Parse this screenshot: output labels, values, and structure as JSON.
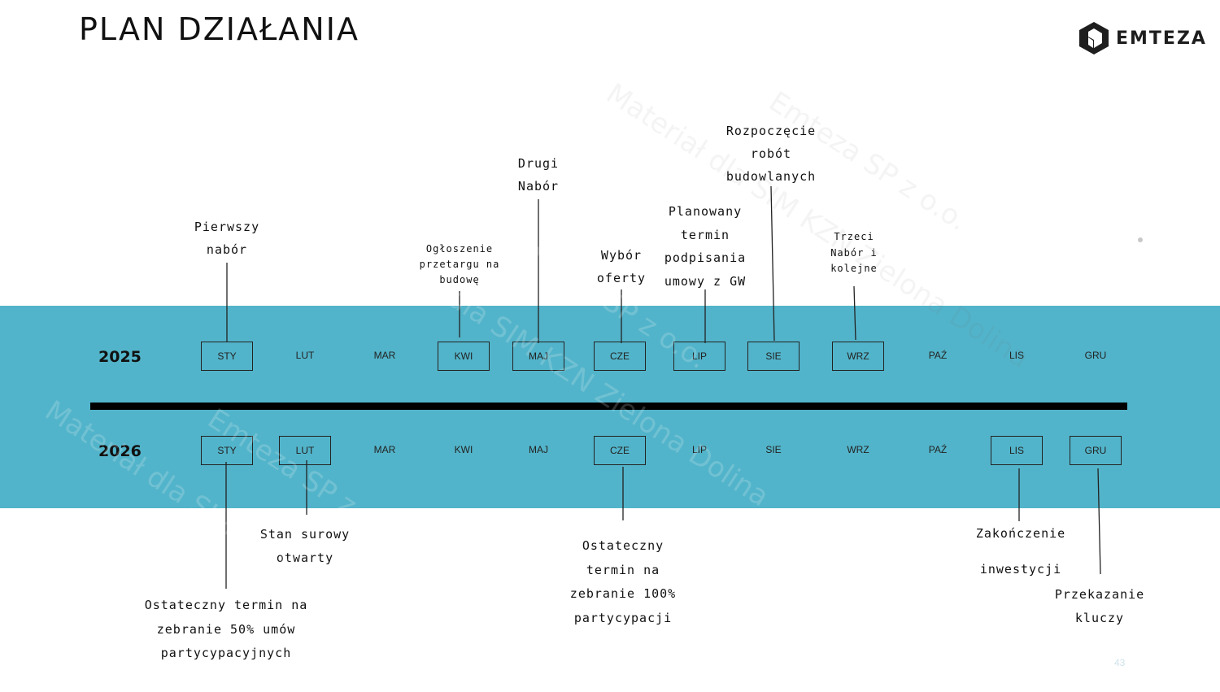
{
  "title": "PLAN DZIAŁANIA",
  "logo": {
    "text": "EMTEZA",
    "icon": "emteza-hexagon-logo-icon"
  },
  "colors": {
    "band": "#52b4ca",
    "axis": "#000000",
    "text": "#111111"
  },
  "watermark": "Materiał dla SIM KZN Zielona Dolina\nEmteza SP z o.o.",
  "page_number": "43",
  "years": [
    {
      "label": "2025",
      "months": [
        {
          "label": "STY",
          "boxed": true
        },
        {
          "label": "LUT",
          "boxed": false
        },
        {
          "label": "MAR",
          "boxed": false
        },
        {
          "label": "KWI",
          "boxed": true
        },
        {
          "label": "MAJ",
          "boxed": true
        },
        {
          "label": "CZE",
          "boxed": true
        },
        {
          "label": "LIP",
          "boxed": true
        },
        {
          "label": "SIE",
          "boxed": true
        },
        {
          "label": "WRZ",
          "boxed": true
        },
        {
          "label": "PAŹ",
          "boxed": false
        },
        {
          "label": "LIS",
          "boxed": false
        },
        {
          "label": "GRU",
          "boxed": false
        }
      ]
    },
    {
      "label": "2026",
      "months": [
        {
          "label": "STY",
          "boxed": true
        },
        {
          "label": "LUT",
          "boxed": true
        },
        {
          "label": "MAR",
          "boxed": false
        },
        {
          "label": "KWI",
          "boxed": false
        },
        {
          "label": "MAJ",
          "boxed": false
        },
        {
          "label": "CZE",
          "boxed": true
        },
        {
          "label": "LIP",
          "boxed": false
        },
        {
          "label": "SIE",
          "boxed": false
        },
        {
          "label": "WRZ",
          "boxed": false
        },
        {
          "label": "PAŹ",
          "boxed": false
        },
        {
          "label": "LIS",
          "boxed": true
        },
        {
          "label": "GRU",
          "boxed": true
        }
      ]
    }
  ],
  "milestones_2025": [
    {
      "month": "STY",
      "lines": [
        "Pierwszy",
        "nabór"
      ]
    },
    {
      "month": "KWI",
      "lines": [
        "Ogłoszenie",
        "przetargu na",
        "budowę"
      ]
    },
    {
      "month": "MAJ",
      "lines": [
        "Drugi",
        "Nabór"
      ]
    },
    {
      "month": "CZE",
      "lines": [
        "Wybór",
        "oferty"
      ]
    },
    {
      "month": "LIP",
      "lines": [
        "Planowany",
        "termin",
        "podpisania",
        "umowy z GW"
      ]
    },
    {
      "month": "SIE",
      "lines": [
        "Rozpoczęcie",
        "robót",
        "budowlanych"
      ]
    },
    {
      "month": "WRZ",
      "lines": [
        "Trzeci",
        "Nabór i",
        "kolejne"
      ]
    }
  ],
  "milestones_2026": [
    {
      "month": "STY",
      "lines": [
        "Ostateczny termin na",
        "zebranie 50% umów",
        "partycypacyjnych"
      ]
    },
    {
      "month": "LUT",
      "lines": [
        "Stan surowy",
        "otwarty"
      ]
    },
    {
      "month": "CZE",
      "lines": [
        "Ostateczny",
        "termin na",
        "zebranie 100%",
        "partycypacji"
      ]
    },
    {
      "month": "LIS",
      "lines": [
        "Zakończenie",
        "",
        "inwestycji"
      ]
    },
    {
      "month": "GRU",
      "lines": [
        "Przekazanie",
        "kluczy"
      ]
    }
  ]
}
